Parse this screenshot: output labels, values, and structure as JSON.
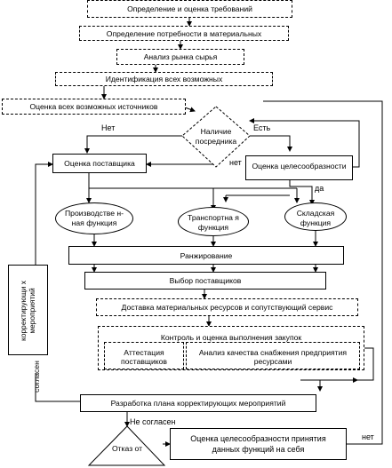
{
  "nodes": {
    "req": "Определение и оценка требований",
    "need": "Определение потребности в материальных",
    "market": "Анализ рынка сырья",
    "ident": "Идентификация всех возможных",
    "sources": "Оценка всех возможных источников",
    "decision": "Наличие посредника",
    "eval_supplier": "Оценка поставщика",
    "eval_expedience": "Оценка целесообразности",
    "prod_func": "Производстве н-ная функция",
    "trans_func": "Транспортна я функция",
    "store_func": "Складская функция",
    "ranking": "Ранжирование",
    "choice": "Выбор поставщиков",
    "delivery": "Доставка материальных ресурсов и сопутствующий сервис",
    "control": "Контроль и оценка выполнения закупок",
    "attest": "Аттестация поставщиков",
    "quality": "Анализ качества снабжения предприятия ресурсами",
    "corr_left": "корректирующи х мероприятий",
    "corr_plan": "Разработка плана корректирующих мероприятий",
    "refuse": "Отказ от",
    "final_eval": "Оценка целесообразности принятия данных функций на себя"
  },
  "labels": {
    "no": "Нет",
    "yes": "Есть",
    "no2": "нет",
    "yes2": "да",
    "agree": "согласен",
    "disagree": "Не согласен",
    "no3": "нет"
  }
}
